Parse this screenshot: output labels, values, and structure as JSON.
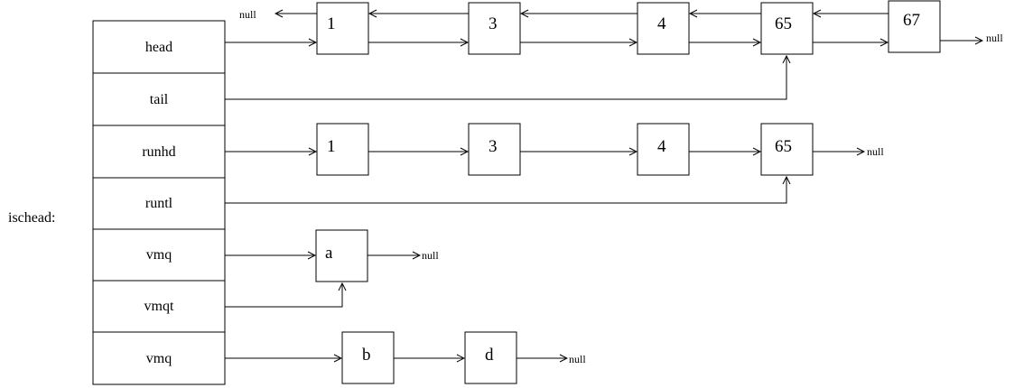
{
  "struct_label": "ischead:",
  "fields": [
    "head",
    "tail",
    "runhd",
    "runtl",
    "vmq",
    "vmqt",
    "vmq"
  ],
  "null_label": "null",
  "lists": {
    "all": [
      "1",
      "3",
      "4",
      "65",
      "67"
    ],
    "run": [
      "1",
      "3",
      "4",
      "65"
    ],
    "vmq_first": [
      "a"
    ],
    "vmq_second": [
      "b",
      "d"
    ]
  }
}
